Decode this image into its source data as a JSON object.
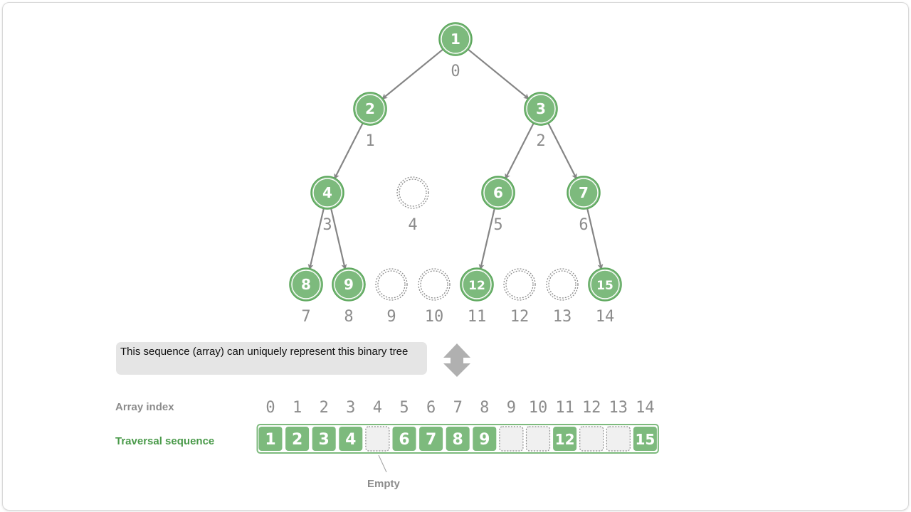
{
  "tree": {
    "nodes": [
      {
        "value": "1",
        "index": "0",
        "empty": false
      },
      {
        "value": "2",
        "index": "1",
        "empty": false
      },
      {
        "value": "3",
        "index": "2",
        "empty": false
      },
      {
        "value": "4",
        "index": "3",
        "empty": false
      },
      {
        "value": "",
        "index": "4",
        "empty": true
      },
      {
        "value": "6",
        "index": "5",
        "empty": false
      },
      {
        "value": "7",
        "index": "6",
        "empty": false
      },
      {
        "value": "8",
        "index": "7",
        "empty": false
      },
      {
        "value": "9",
        "index": "8",
        "empty": false
      },
      {
        "value": "",
        "index": "9",
        "empty": true
      },
      {
        "value": "",
        "index": "10",
        "empty": true
      },
      {
        "value": "12",
        "index": "11",
        "empty": false
      },
      {
        "value": "",
        "index": "12",
        "empty": true
      },
      {
        "value": "",
        "index": "13",
        "empty": true
      },
      {
        "value": "15",
        "index": "14",
        "empty": false
      }
    ]
  },
  "note": "This sequence (array) can uniquely represent this binary tree",
  "array": {
    "index_label": "Array index",
    "sequence_label": "Traversal sequence",
    "indices": [
      "0",
      "1",
      "2",
      "3",
      "4",
      "5",
      "6",
      "7",
      "8",
      "9",
      "10",
      "11",
      "12",
      "13",
      "14"
    ],
    "values": [
      "1",
      "2",
      "3",
      "4",
      "",
      "6",
      "7",
      "8",
      "9",
      "",
      "",
      "12",
      "",
      "",
      "15"
    ],
    "empty_label": "Empty"
  },
  "colors": {
    "node_fill": "#7dba7d",
    "node_stroke": "#5aa65a",
    "empty_stroke": "#8c8c8c",
    "edge": "#858585",
    "index_text": "#8c8c8c",
    "array_border": "#7dba7d",
    "empty_cell": "#f0f0f0",
    "sequence_label": "#4a9a4a",
    "note_bg": "#e5e5e5"
  }
}
